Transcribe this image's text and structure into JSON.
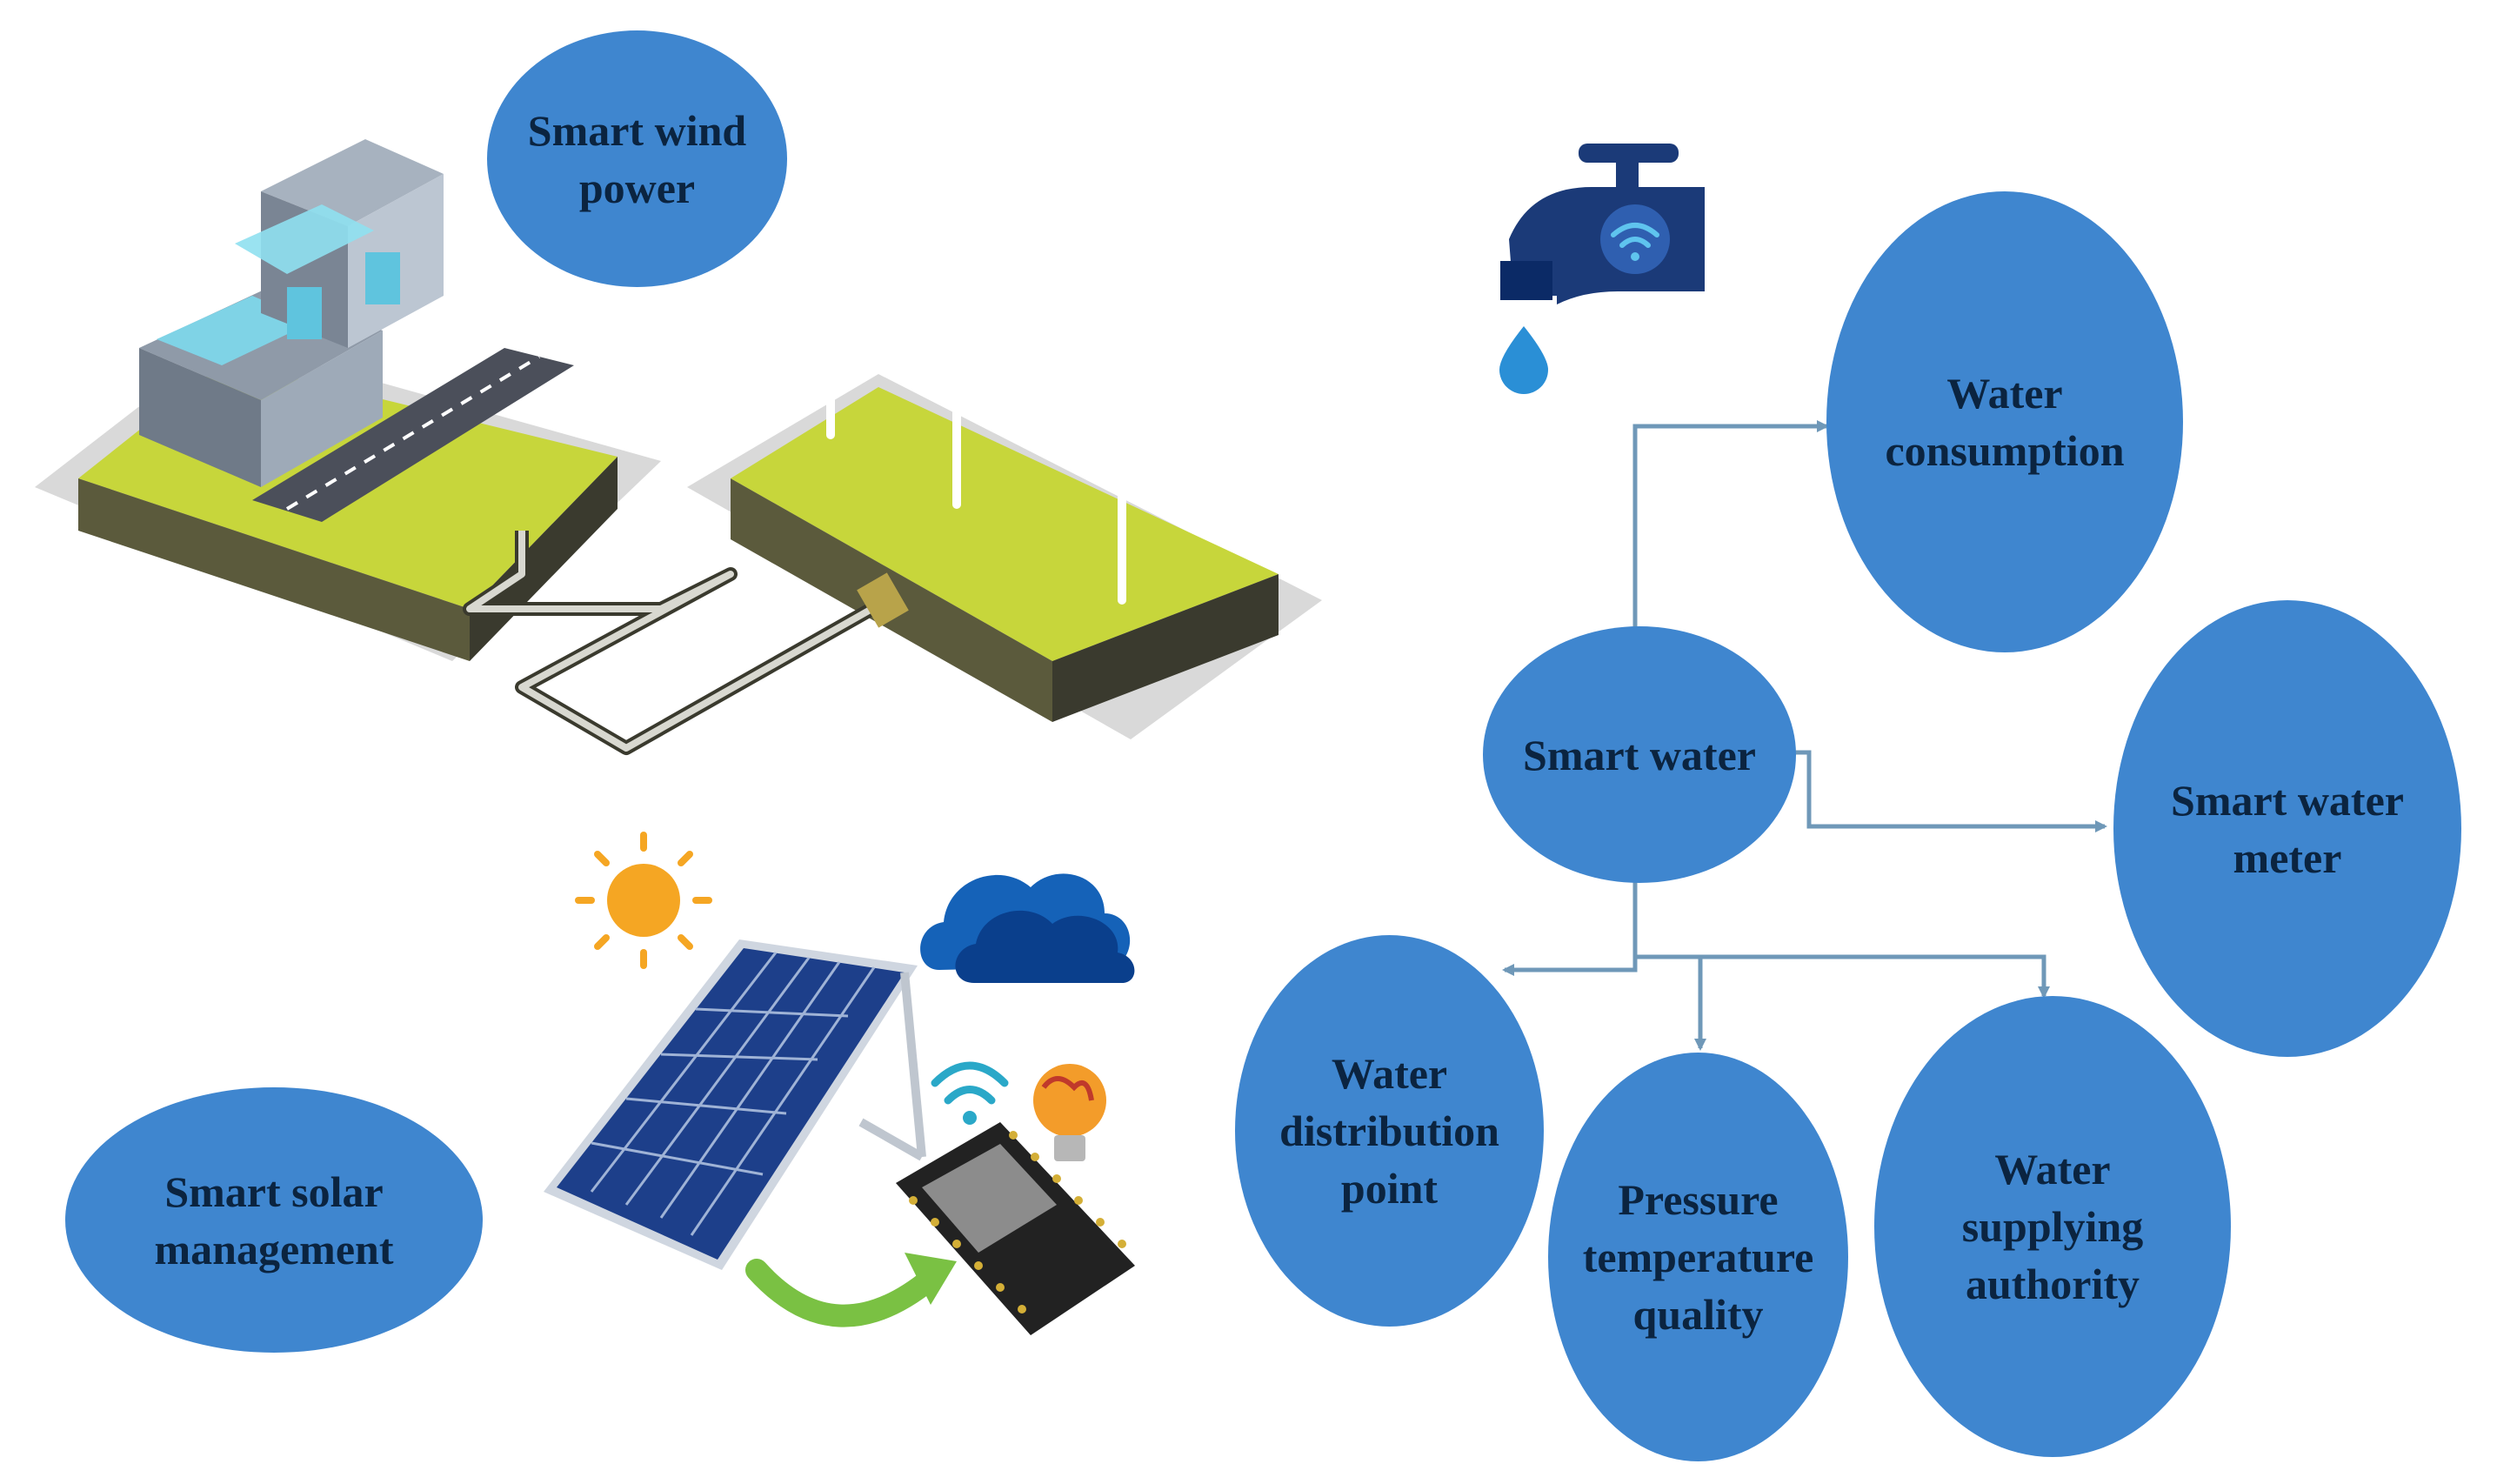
{
  "diagram": {
    "energy_nodes": {
      "wind": "Smart wind\npower",
      "solar": "Smart solar\nmanagement"
    },
    "water_nodes": {
      "center": "Smart water",
      "consumption": "Water\nconsumption",
      "meter": "Smart water\nmeter",
      "distribution": "Water\ndistribution\npoint",
      "pressure": "Pressure\ntemperature\nquality",
      "authority": "Water\nsupplying\nauthority"
    }
  },
  "colors": {
    "node_fill": "#3f86cf",
    "node_text": "#0b2440",
    "connector": "#6f98b8",
    "grass": "#c7d63b",
    "soil": "#3a3a2e",
    "solar_panel": "#1d3f8a",
    "cloud": "#1562b8",
    "sun": "#f5a623"
  },
  "icons": [
    "house-icon",
    "wind-farm-icon",
    "solar-panel-icon",
    "sun-icon",
    "cloud-icon",
    "wifi-icon",
    "bulb-icon",
    "microcontroller-icon",
    "smart-tap-icon",
    "water-drop-icon"
  ]
}
